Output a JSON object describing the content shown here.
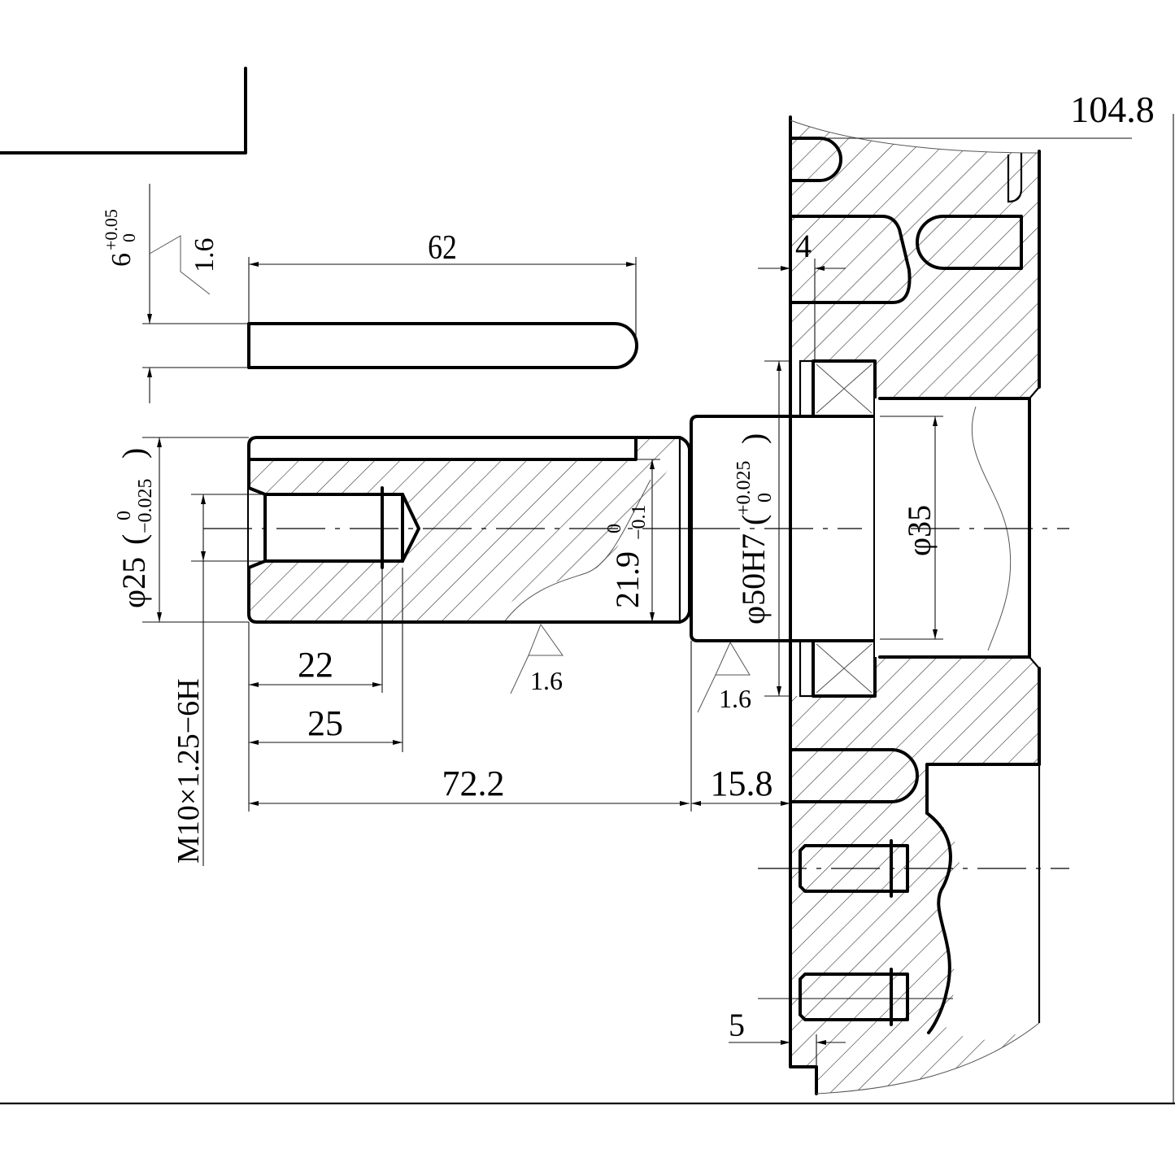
{
  "drawing": {
    "type": "engineering-drawing",
    "subject": "Engine output shaft (PTO) with key and crankcase flange section",
    "colors": {
      "line": "#000000",
      "background": "#ffffff",
      "hatch": "#333333"
    }
  },
  "key": {
    "length_label": "62",
    "width_label": "6",
    "width_tol_upper": "+0.05",
    "width_tol_lower": "0",
    "roughness_label": "1.6"
  },
  "shaft": {
    "diameter_label": "φ25",
    "diameter_tol_upper": "0",
    "diameter_tol_lower": "−0.025",
    "keyway_depth_label": "21.9",
    "keyway_tol_upper": "0",
    "keyway_tol_lower": "−0.1",
    "thread_label": "M10×1.25−6H",
    "thread_length_label": "22",
    "hole_depth_label": "25",
    "shaft_length_label": "72.2",
    "shoulder_length_label": "15.8",
    "roughness_label": "1.6"
  },
  "flange": {
    "bearing_bore_label": "φ50H7",
    "bearing_bore_tol_upper": "+0.025",
    "bearing_bore_tol_lower": "0",
    "inner_bore_label": "φ35",
    "offset_top_label": "4",
    "offset_bottom_label": "5",
    "overall_label": "104.8",
    "roughness_label": "1.6"
  }
}
